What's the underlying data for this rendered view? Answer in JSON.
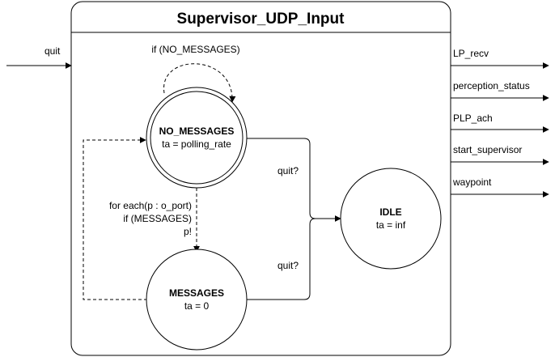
{
  "diagram": {
    "title": "Supervisor_UDP_Input",
    "input_ports": [
      "quit"
    ],
    "output_ports": [
      "LP_recv",
      "perception_status",
      "PLP_ach",
      "start_supervisor",
      "waypoint"
    ],
    "states": {
      "no_messages": {
        "name": "NO_MESSAGES",
        "attr": "ta = polling_rate",
        "initial": true
      },
      "messages": {
        "name": "MESSAGES",
        "attr": "ta = 0"
      },
      "idle": {
        "name": "IDLE",
        "attr": "ta = inf"
      }
    },
    "transitions": {
      "self_loop": "if (NO_MESSAGES)",
      "to_messages_line1": "for each(p : o_port)",
      "to_messages_line2": "if (MESSAGES)",
      "to_messages_line3": "p!",
      "quit_from_no_messages": "quit?",
      "quit_from_messages": "quit?"
    }
  }
}
